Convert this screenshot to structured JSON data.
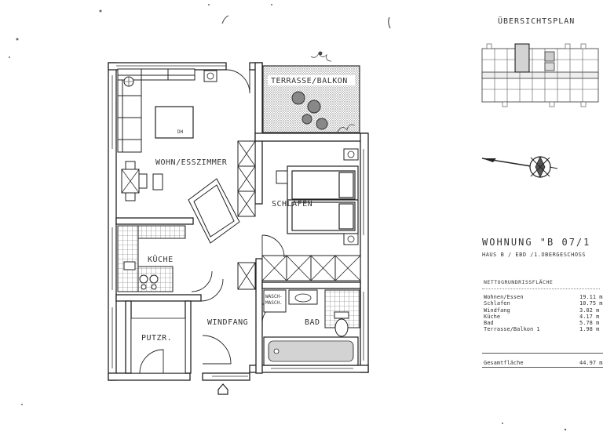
{
  "overview": {
    "title": "ÜBERSICHTSPLAN"
  },
  "unit": {
    "title": "WOHNUNG \"B 07/1",
    "subtitle": "HAUS B / EBD /1.OBERGESCHOSS"
  },
  "rooms": {
    "living": "WOHN/ESSZIMMER",
    "terrace": "TERRASSE/BALKON",
    "bedroom": "SCHLAFEN",
    "kitchen": "KÜCHE",
    "hall": "WINDFANG",
    "utility": "PUTZR.",
    "bath": "BAD",
    "washer_line1": "WASCH-",
    "washer_line2": "MASCH."
  },
  "areas": {
    "heading": "NETTOGRUNDRISSFLÄCHE",
    "rows": [
      {
        "name": "Wohnen/Essen",
        "value": "19.11 m"
      },
      {
        "name": "Schlafen",
        "value": "10.75 m"
      },
      {
        "name": "Windfang",
        "value": "3.02 m"
      },
      {
        "name": "Küche",
        "value": "4.17 m"
      },
      {
        "name": "Bad",
        "value": "5.78 m"
      },
      {
        "name": "Terrasse/Balkon 1",
        "value": "1.98 m"
      }
    ],
    "total_label": "Gesamtfläche",
    "total_value": "44.97 m"
  }
}
